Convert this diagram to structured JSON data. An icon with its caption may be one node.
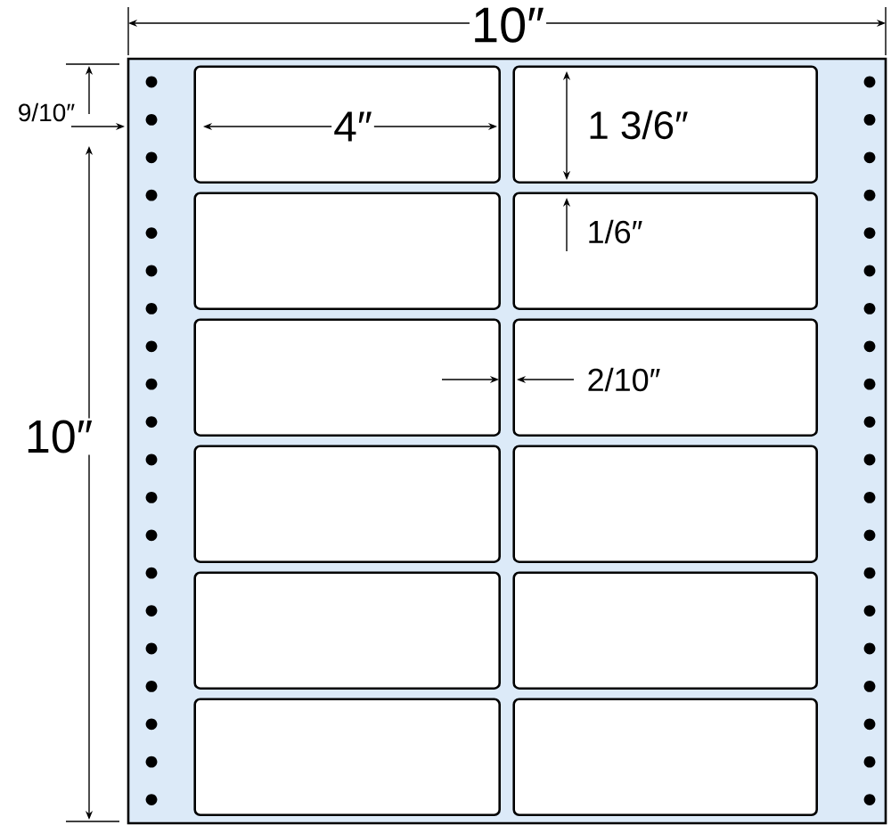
{
  "diagram": {
    "nodes": [
      {
        "text": [],
        "shape": "box"
      },
      {
        "text": [],
        "shape": "box",
        "in": 0
      },
      {
        "text": [],
        "shape": "box",
        "in": 0
      },
      {
        "text": [],
        "shape": "box",
        "in": 0
      },
      {
        "text": [],
        "shape": "box",
        "in": 0
      },
      {
        "text": [],
        "shape": "box",
        "in": 0
      },
      {
        "text": [],
        "shape": "box",
        "in": 0
      },
      {
        "text": [],
        "shape": "box",
        "in": 0
      },
      {
        "text": [],
        "shape": "box",
        "in": 0
      },
      {
        "text": [],
        "shape": "box",
        "in": 0
      },
      {
        "text": [],
        "shape": "box",
        "in": 0
      },
      {
        "text": [],
        "shape": "box",
        "in": 0
      },
      {
        "text": [],
        "shape": "box",
        "in": 0
      }
    ],
    "labels": [
      "10″",
      "9/10″",
      "4″",
      "1 3/6″",
      "1/6″",
      "2/10″",
      "10″"
    ]
  }
}
